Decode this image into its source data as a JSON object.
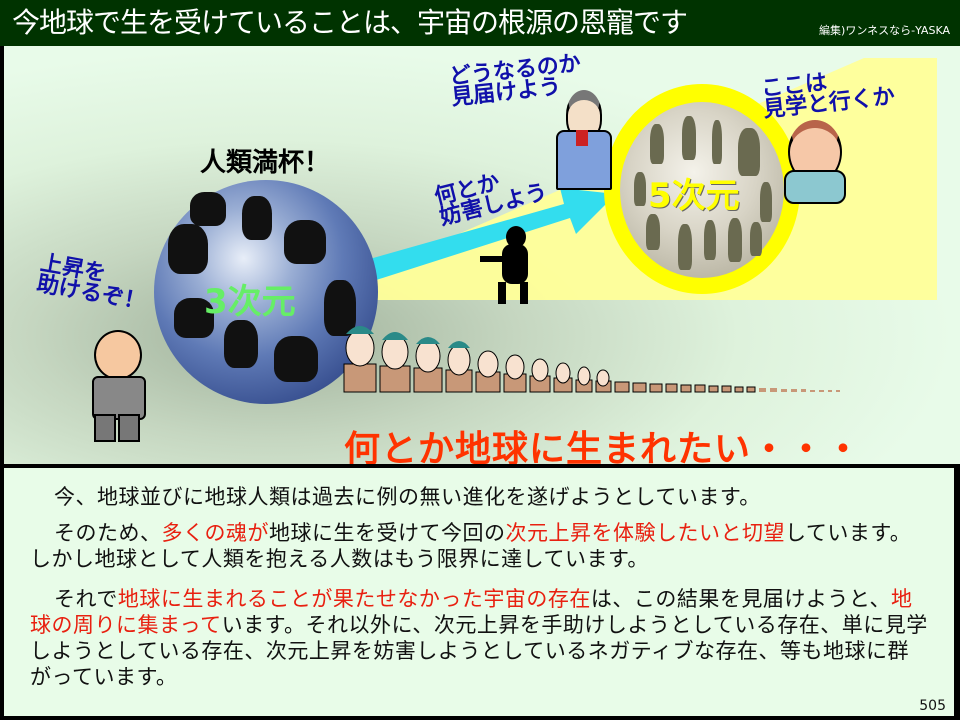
{
  "header": {
    "title": "今地球で生を受けていることは、宇宙の根源の恩寵です",
    "credit": "編集)ワンネスなら-YASKA",
    "background_color": "#003300"
  },
  "illustration": {
    "headline_crowded": "人類満杯！",
    "globe_3d_label": "3次元",
    "globe_5d_label": "5次元",
    "helper_speech": [
      "上昇を",
      "助けるぞ！"
    ],
    "hinderer_speech": [
      "何とか",
      "妨害しよう"
    ],
    "watcher_speech": [
      "どうなるのか",
      "見届けよう"
    ],
    "visitor_speech": [
      "ここは",
      "見学と行くか"
    ],
    "queue_caption": "何とか地球に生まれたい・・・",
    "colors": {
      "speech_text": "#1010aa",
      "label_3d": "#66ee66",
      "label_5d": "#ffff00",
      "caption": "#ff3300",
      "beam": "#ffff99",
      "arrow": "#33ddee"
    }
  },
  "body_text": {
    "p1": "今、地球並びに地球人類は過去に例の無い進化を遂げようとしています。",
    "p2": {
      "a": "そのため、",
      "b_red": "多くの魂が",
      "c": "地球に生を受けて今回の",
      "d_red": "次元上昇を体験したいと切望",
      "e": "しています。しかし地球として人類を抱える人数はもう限界に達しています。"
    },
    "p3": {
      "a": "それで",
      "b_red": "地球に生まれることが果たせなかった宇宙の存在",
      "c": "は、この結果を見届けようと、",
      "d_red": "地球の周りに集まって",
      "e": "います。それ以外に、次元上昇を手助けしようとしている存在、単に見学しようとしている存在、次元上昇を妨害しようとしているネガティブな存在、等も地球に群がっています。"
    }
  },
  "footer": {
    "page_number": "505"
  }
}
